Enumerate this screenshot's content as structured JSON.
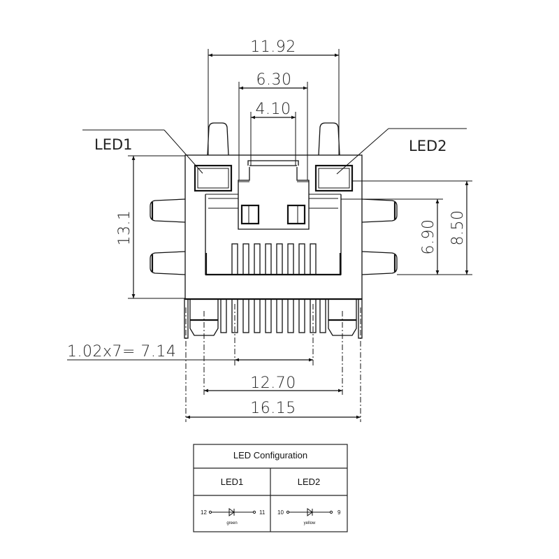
{
  "drawing": {
    "type": "RJ45 connector with LEDs - front view mechanical drawing",
    "dimensions": {
      "overall_top_width": "11.92",
      "inner_width": "6.30",
      "latch_width": "4.10",
      "height_left": "13.1",
      "height_right_outer": "8.50",
      "height_right_inner": "6.90",
      "pin_pitch_formula": "1.02x7= 7.14",
      "mount_pitch": "12.70",
      "overall_bottom_width": "16.15"
    },
    "callouts": {
      "led1": "LED1",
      "led2": "LED2"
    }
  },
  "led_table": {
    "title": "LED Configuration",
    "columns": [
      {
        "header": "LED1",
        "pin_left": "12",
        "pin_right": "11",
        "color": "green"
      },
      {
        "header": "LED2",
        "pin_left": "10",
        "pin_right": "9",
        "color": "yellow"
      }
    ]
  }
}
